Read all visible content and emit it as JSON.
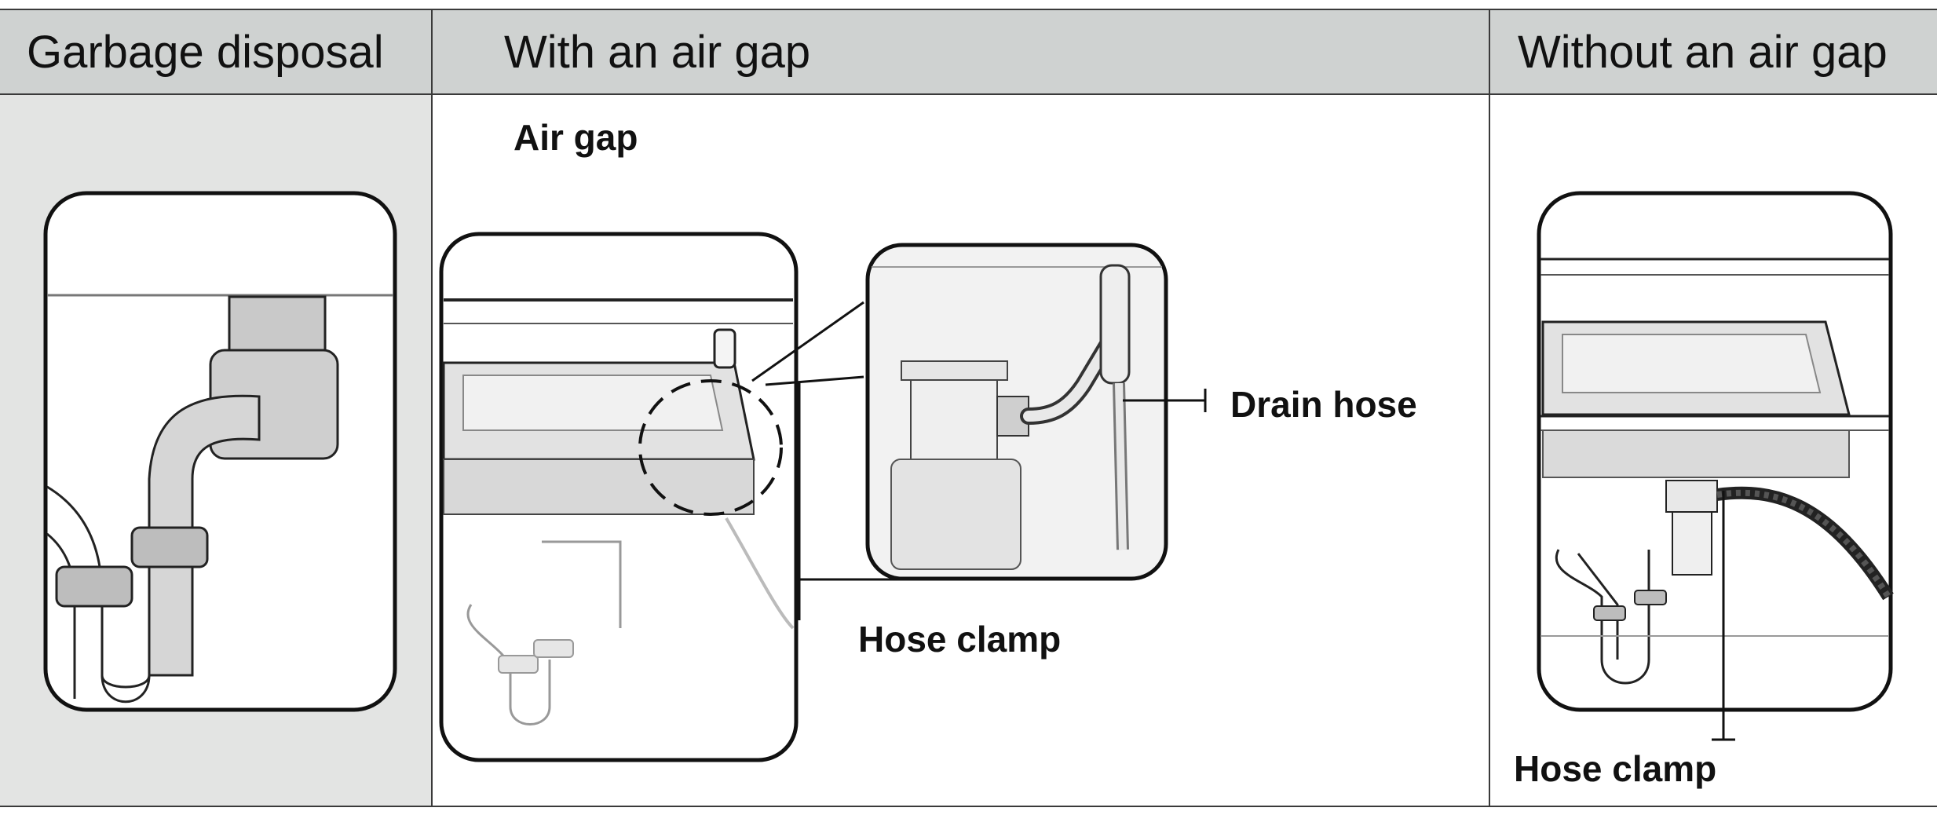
{
  "header": {
    "col1": "Garbage disposal",
    "col2": "With an air gap",
    "col3": "Without an air gap"
  },
  "labels": {
    "air_gap": "Air gap",
    "drain_hose": "Drain hose",
    "hose_clamp_with": "Hose clamp",
    "hose_clamp_without": "Hose clamp"
  },
  "colors": {
    "header_bg": "#cfd2d1",
    "col1_bg": "#e3e4e3",
    "line": "#3a3a3a"
  }
}
